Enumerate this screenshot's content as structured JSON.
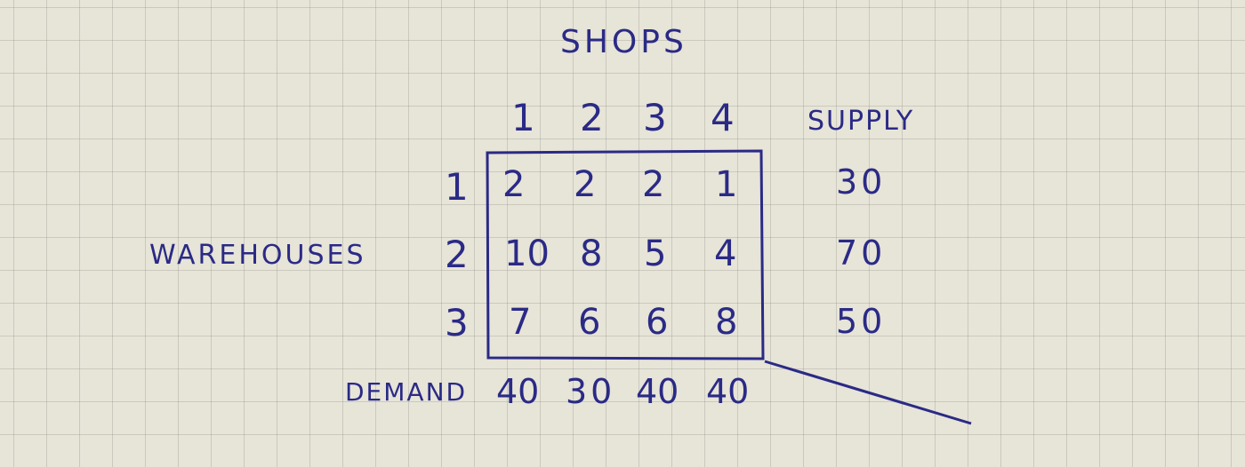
{
  "table": {
    "title": "SHOPS",
    "columns": [
      "1",
      "2",
      "3",
      "4"
    ],
    "supply_header": "SUPPLY",
    "row_group_label": "WAREHOUSES",
    "rows": [
      {
        "label": "1",
        "costs": [
          "2",
          "2",
          "2",
          "1"
        ],
        "supply": "30"
      },
      {
        "label": "2",
        "costs": [
          "10",
          "8",
          "5",
          "4"
        ],
        "supply": "70"
      },
      {
        "label": "3",
        "costs": [
          "7",
          "6",
          "6",
          "8"
        ],
        "supply": "50"
      }
    ],
    "demand_label": "DEMAND",
    "demand": [
      "40",
      "30",
      "40",
      "40"
    ]
  },
  "colors": {
    "ink": "#2a2a86",
    "paper": "#e7e4d8",
    "grid": "#a9a89c"
  }
}
